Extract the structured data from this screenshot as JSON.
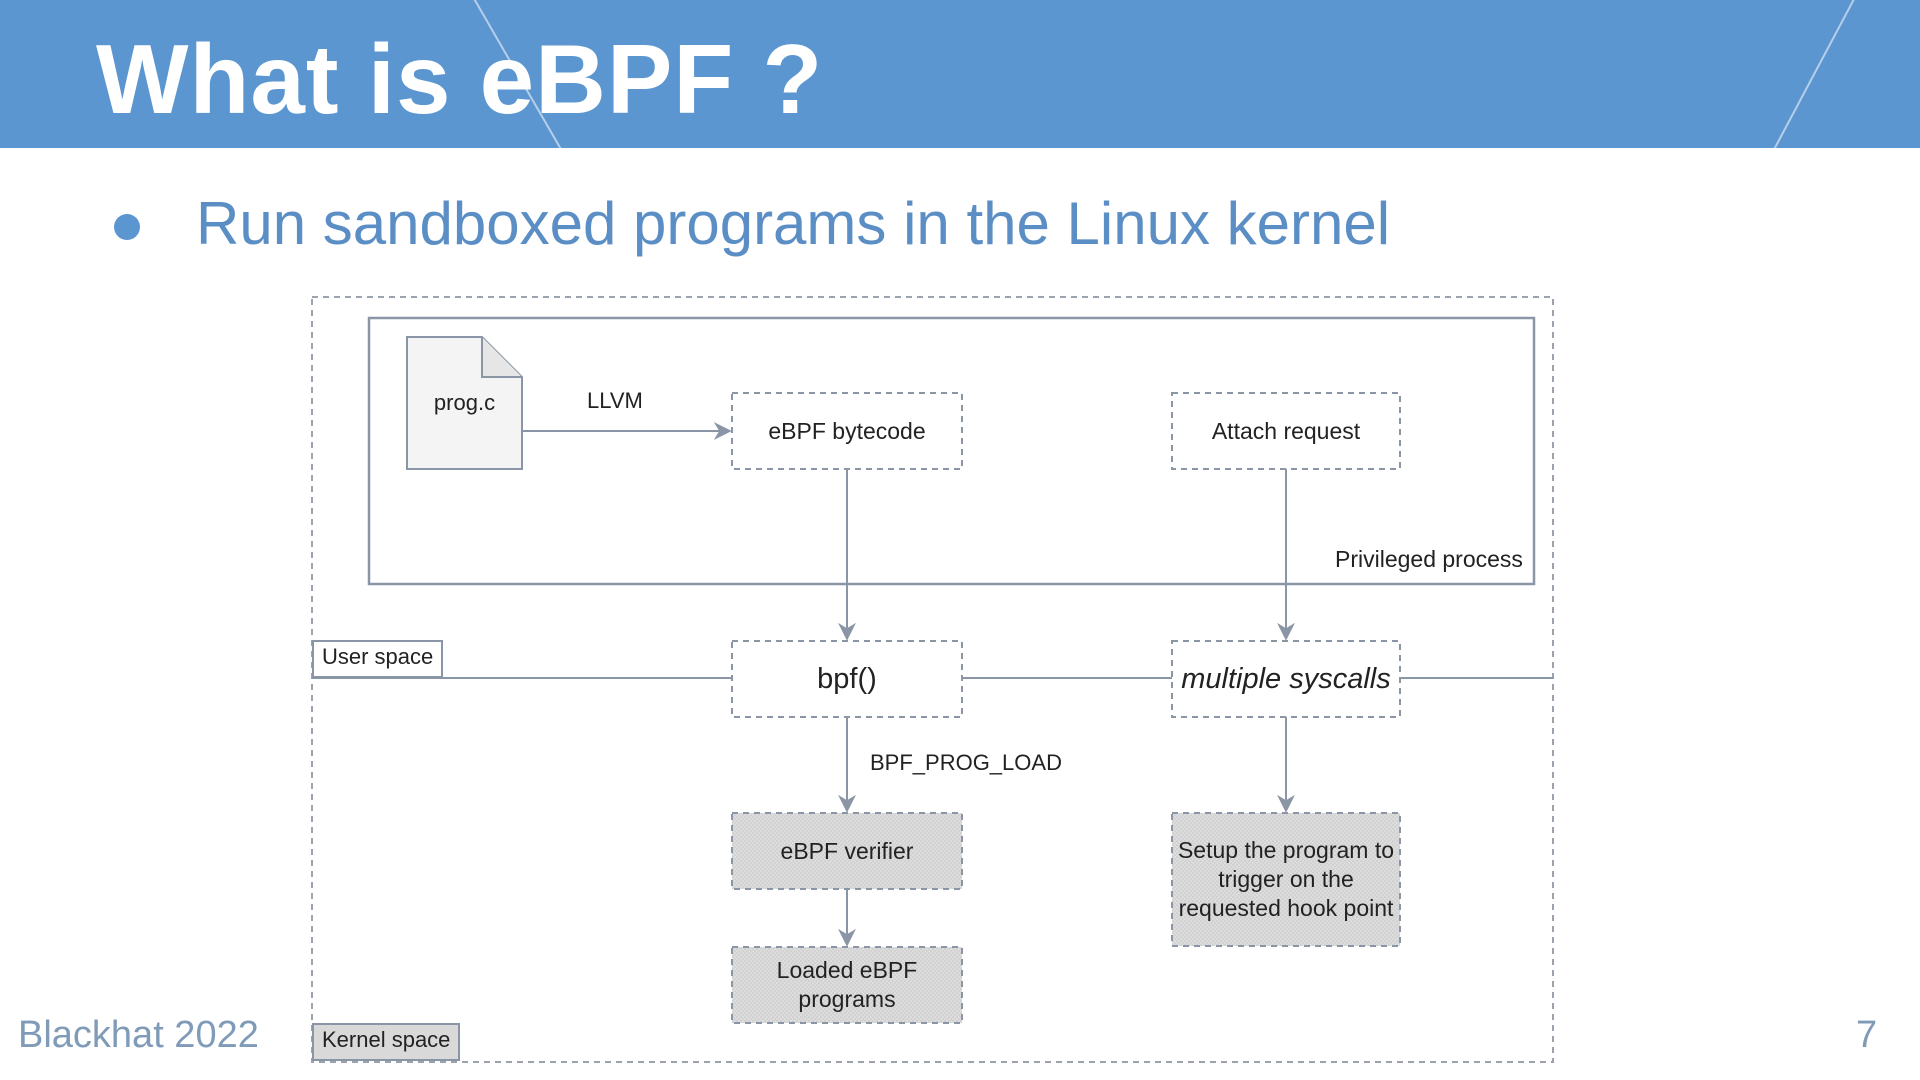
{
  "slide": {
    "title": "What is eBPF ?",
    "bullet": "Run sandboxed programs in the Linux kernel",
    "footer": "Blackhat 2022",
    "page_number": "7"
  },
  "colors": {
    "header_bg": "#5b96d0",
    "bullet_text": "#5b8ec4",
    "footer_text": "#7f9bb8",
    "box_border": "#8a96a6",
    "kernel_box_fill": "#d9d9d9"
  },
  "diagram": {
    "regions": {
      "user_space": "User space",
      "kernel_space": "Kernel space",
      "privileged_process": "Privileged process"
    },
    "nodes": {
      "source_file": "prog.c",
      "bytecode": "eBPF bytecode",
      "attach_request": "Attach request",
      "bpf_syscall": "bpf()",
      "multiple_syscalls": "multiple syscalls",
      "verifier": "eBPF verifier",
      "loaded_programs": "Loaded eBPF programs",
      "setup_hook": "Setup the program to trigger on the requested hook point"
    },
    "edges": {
      "compile": "LLVM",
      "prog_load": "BPF_PROG_LOAD"
    }
  }
}
